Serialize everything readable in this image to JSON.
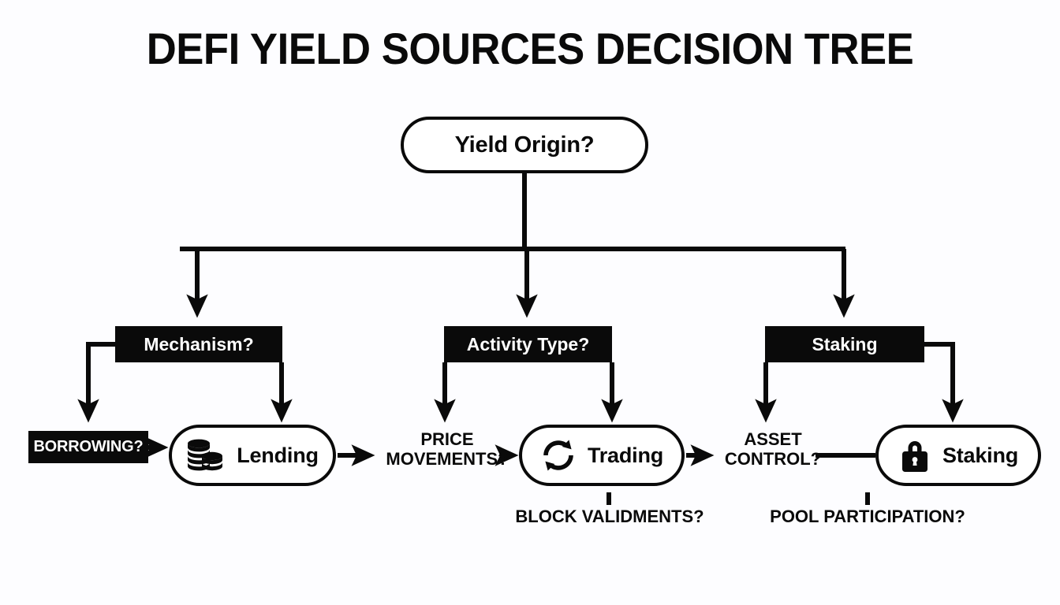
{
  "page": {
    "title": "DEFI YIELD SOURCES DECISION TREE",
    "background_color": "#fdfdff",
    "ink_color": "#0a0a0a",
    "paper_color": "#ffffff"
  },
  "diagram": {
    "type": "decision-tree",
    "root": {
      "label": "Yield Origin?",
      "shape": "pill",
      "style": "white-fill-black-outline"
    },
    "branches": [
      {
        "label": "Mechanism?",
        "shape": "rect",
        "style": "black-fill-white-text",
        "children": [
          {
            "label": "BORROWING?",
            "shape": "rect",
            "style": "black-fill-white-text"
          },
          {
            "label": "Lending",
            "shape": "pill",
            "style": "white-fill-black-outline",
            "icon": "coins-icon"
          }
        ]
      },
      {
        "label": "Activity Type?",
        "shape": "rect",
        "style": "black-fill-white-text",
        "children": [
          {
            "label": "PRICE MOVEMENTS?",
            "shape": "text",
            "style": "plain-text",
            "lines": [
              "PRICE",
              "MOVEMENTS?"
            ]
          },
          {
            "label": "Trading",
            "shape": "pill",
            "style": "white-fill-black-outline",
            "icon": "sync-arrows-icon"
          }
        ]
      },
      {
        "label": "Staking",
        "shape": "rect",
        "style": "black-fill-white-text",
        "children": [
          {
            "label": "ASSET CONTROL?",
            "shape": "text",
            "style": "plain-text",
            "lines": [
              "ASSET",
              "CONTROL?"
            ]
          },
          {
            "label": "Staking",
            "shape": "pill",
            "style": "white-fill-black-outline",
            "icon": "lock-icon"
          }
        ]
      }
    ],
    "annotations": [
      {
        "label": "BLOCK VALIDMENTS?",
        "attached_to": "Trading",
        "position": "below"
      },
      {
        "label": "POOL PARTICIPATION?",
        "attached_to": "Staking",
        "position": "below"
      }
    ]
  },
  "nodes": {
    "root_label": "Yield Origin?",
    "mechanism_label": "Mechanism?",
    "activity_label": "Activity Type?",
    "staking_box_label": "Staking",
    "borrowing_label": "BORROWING?",
    "lending_label": "Lending",
    "trading_label": "Trading",
    "staking_pill_label": "Staking",
    "price_line1": "PRICE",
    "price_line2": "MOVEMENTS?",
    "asset_line1": "ASSET",
    "asset_line2": "CONTROL?",
    "block_label": "BLOCK VALIDMENTS?",
    "pool_label": "POOL PARTICIPATION?"
  }
}
